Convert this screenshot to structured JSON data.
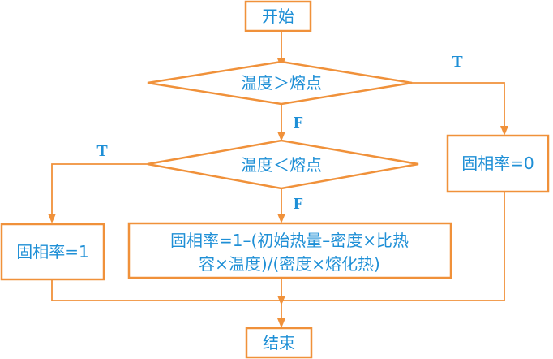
{
  "nodes": {
    "start": "开始",
    "decision1": "温度＞熔点",
    "decision2": "温度＜熔点",
    "solid_zero": "固相率=0",
    "solid_one": "固相率=1",
    "formula_line1": "固相率=1–(初始热量–密度×比热",
    "formula_line2": "容×温度)/(密度×熔化热)",
    "end": "结束"
  },
  "edge_labels": {
    "d1_true": "T",
    "d1_false": "F",
    "d2_true": "T",
    "d2_false": "F"
  },
  "colors": {
    "stroke": "#f0913a",
    "text": "#1e8fd6"
  }
}
